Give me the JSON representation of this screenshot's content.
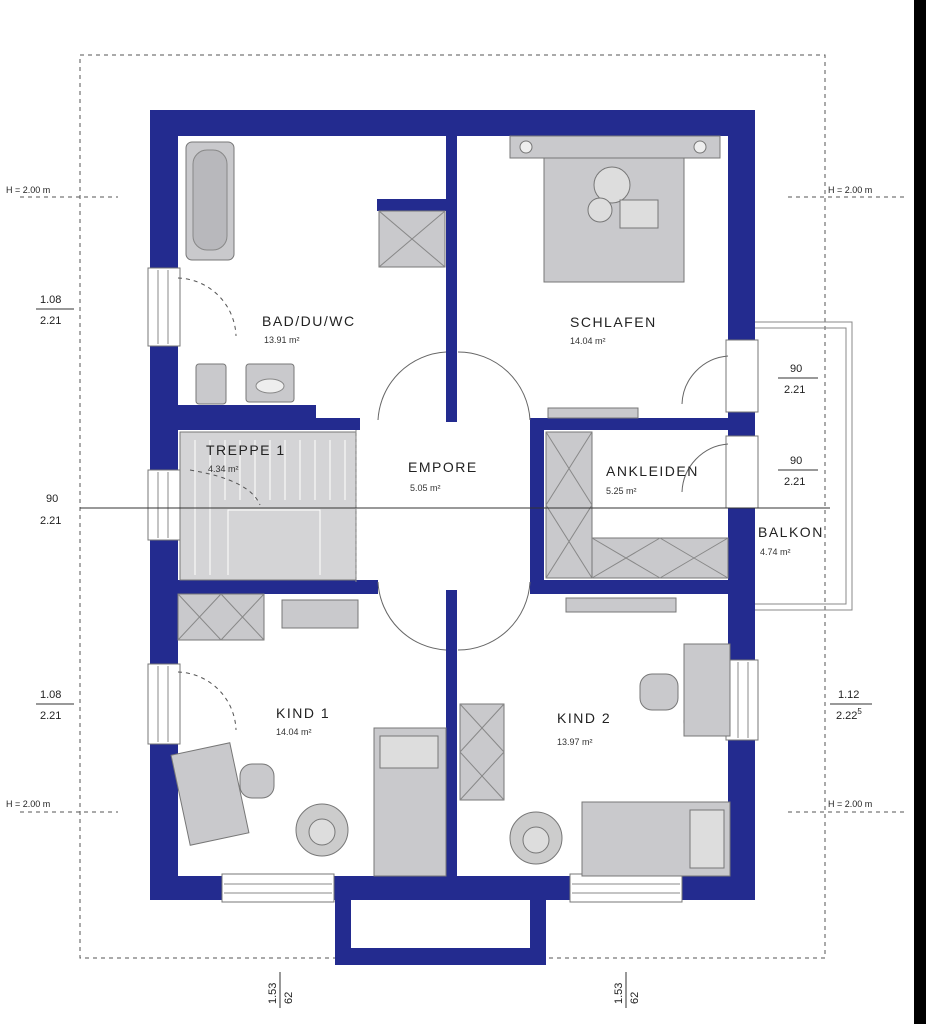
{
  "rooms": {
    "bad": {
      "name": "BAD/DU/WC",
      "area": "13.91 m²"
    },
    "schlafen": {
      "name": "SCHLAFEN",
      "area": "14.04 m²"
    },
    "treppe": {
      "name": "TREPPE 1",
      "area": "4.34 m²"
    },
    "empore": {
      "name": "EMPORE",
      "area": "5.05 m²"
    },
    "ankleiden": {
      "name": "ANKLEIDEN",
      "area": "5.25 m²"
    },
    "balkon": {
      "name": "BALKON",
      "area": "4.74 m²"
    },
    "kind1": {
      "name": "KIND 1",
      "area": "14.04 m²"
    },
    "kind2": {
      "name": "KIND 2",
      "area": "13.97 m²"
    }
  },
  "height_labels": {
    "top_left": "H = 2.00 m",
    "top_right": "H = 2.00 m",
    "bottom_left": "H = 2.00 m",
    "bottom_right": "H = 2.00 m"
  },
  "window_dims": {
    "left_top": {
      "top": "1.08",
      "bottom": "2.21"
    },
    "left_mid": {
      "top": "90",
      "bottom": "2.21"
    },
    "left_bottom": {
      "top": "1.08",
      "bottom": "2.21"
    },
    "right_top": {
      "top": "90",
      "bottom": "2.21"
    },
    "right_mid": {
      "top": "90",
      "bottom": "2.21"
    },
    "right_bottom": {
      "top": "1.12",
      "bottom": "2.22",
      "sup": "5"
    },
    "bottom_left": {
      "top": "1.53",
      "bottom": "62"
    },
    "bottom_right": {
      "top": "1.53",
      "bottom": "62"
    }
  },
  "colors": {
    "wall": "#232b8f",
    "furniture": "#c9c9cc"
  }
}
